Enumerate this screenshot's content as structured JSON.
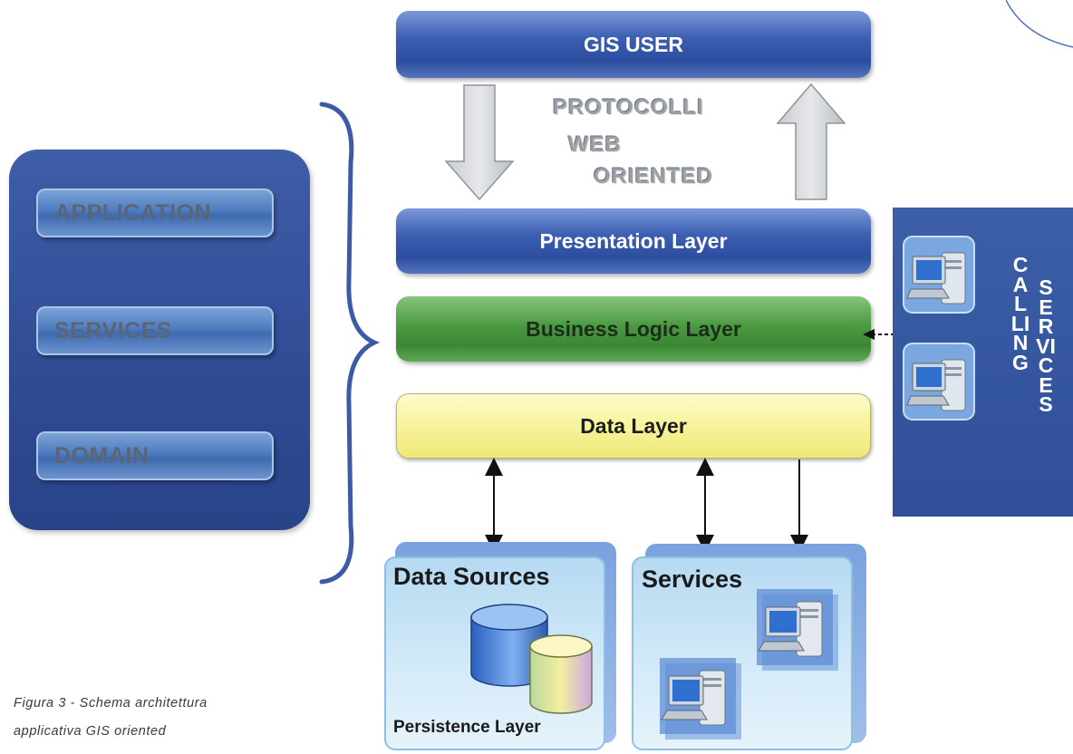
{
  "tiers": {
    "application": "APPLICATION",
    "services": "SERVICES",
    "domain": "DOMAIN"
  },
  "layers": {
    "gis_user": "GIS USER",
    "presentation": "Presentation Layer",
    "business_logic": "Business Logic Layer",
    "data": "Data Layer"
  },
  "protocols": {
    "line1": "PROTOCOLLI",
    "line2": "WEB",
    "line3": "ORIENTED"
  },
  "calling_services": {
    "word1": "CALLING",
    "word2": "SERVICES"
  },
  "bottom": {
    "data_sources": "Data Sources",
    "persistence": "Persistence Layer",
    "services": "Services"
  },
  "caption": {
    "line1": "Figura 3  -  Schema architettura",
    "line2": "applicativa GIS oriented"
  },
  "colors": {
    "panel_blue": "#2f4b94",
    "layer_blue": "#3c5fb2",
    "layer_green": "#4b9a42",
    "layer_yellow": "#f7f49a",
    "storage_light_blue": "#d4ebf8"
  },
  "icons": [
    "server-computer-icon",
    "database-cylinder-icon",
    "curly-brace"
  ]
}
